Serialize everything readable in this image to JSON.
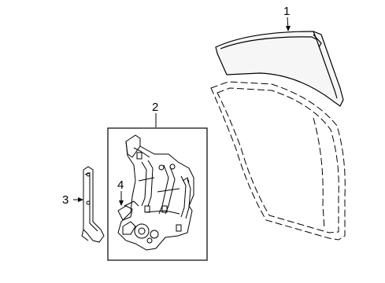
{
  "diagram": {
    "callouts": [
      {
        "id": "1",
        "label": "1"
      },
      {
        "id": "2",
        "label": "2"
      },
      {
        "id": "3",
        "label": "3"
      },
      {
        "id": "4",
        "label": "4"
      }
    ],
    "colors": {
      "background": "#ffffff",
      "line": "#000000",
      "glass_fill": "#f2f2f2"
    }
  }
}
